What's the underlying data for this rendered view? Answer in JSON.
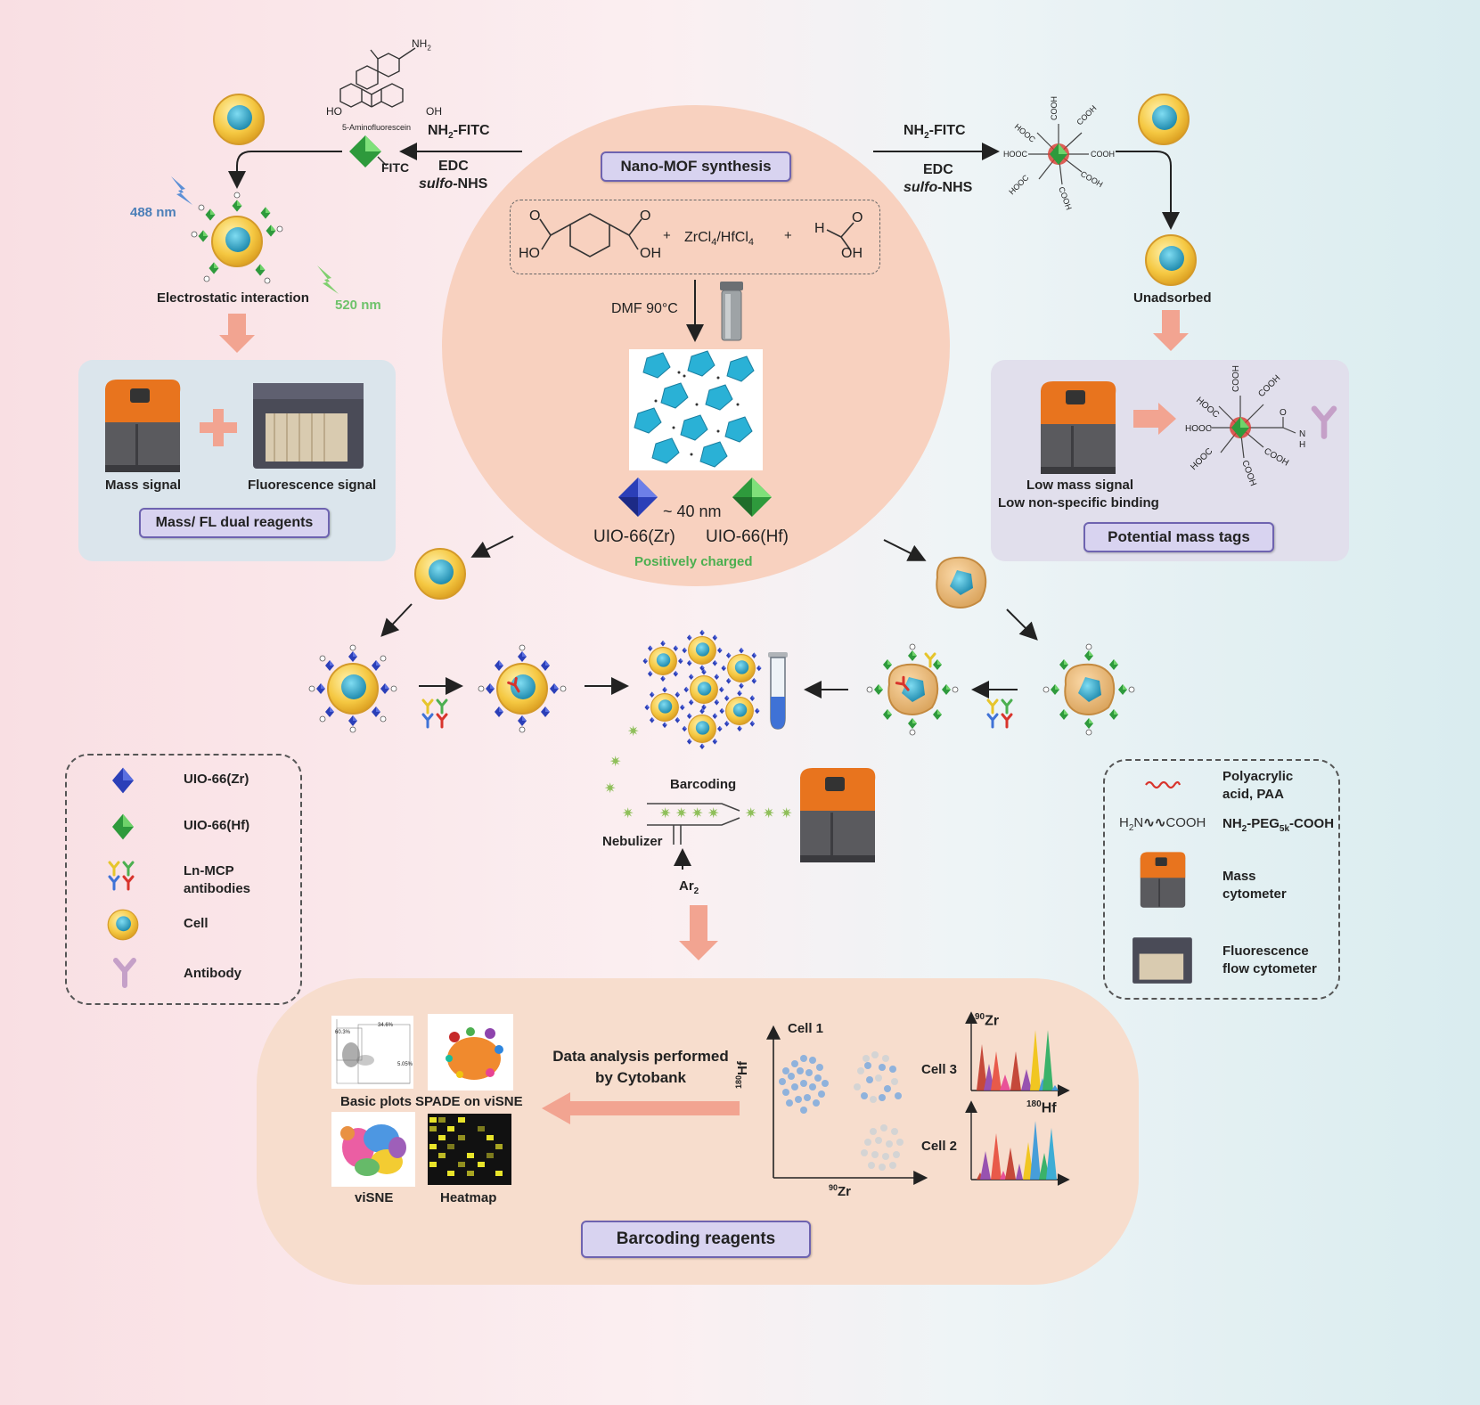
{
  "center": {
    "title": "Nano-MOF synthesis",
    "reagent": "ZrCl",
    "reagent_sub": "4",
    "reagent_sep": "/HfCl",
    "reagent_sub2": "4",
    "plus": "+",
    "condition": "DMF 90°C",
    "size": "~ 40 nm",
    "zr": "UIO-66(Zr)",
    "hf": "UIO-66(Hf)",
    "charge": "Positively charged",
    "ho": "HO",
    "oh": "OH",
    "o": "O",
    "h": "H"
  },
  "left": {
    "fluor_name": "5-Aminofluorescein",
    "nh2": "NH",
    "nh2_sub": "2",
    "nh2_fitc": "NH",
    "nh2_fitc_sub": "2",
    "nh2_fitc_tail": "-FITC",
    "fitc": "FITC",
    "edc": "EDC",
    "sulfo": "sulfo",
    "nhs": "-NHS",
    "ho": "HO",
    "oh": "OH",
    "ex": "488 nm",
    "em": "520 nm",
    "interaction": "Electrostatic interaction",
    "mass_signal": "Mass signal",
    "fl_signal": "Fluorescence signal",
    "dual": "Mass/ FL  dual reagents"
  },
  "right": {
    "nh2": "NH",
    "nh2_sub": "2",
    "nh2_tail": "-FITC",
    "edc": "EDC",
    "sulfo": "sulfo",
    "nhs": "-NHS",
    "unadsorbed": "Unadsorbed",
    "low_mass": "Low mass signal",
    "low_ns": "Low non-specific binding",
    "potential": "Potential mass tags",
    "hooc": "HOOC",
    "cooh": "COOH"
  },
  "flow": {
    "barcoding": "Barcoding",
    "nebulizer": "Nebulizer",
    "ar": "Ar",
    "ar_sub": "2"
  },
  "legend_left": [
    {
      "label": "UIO-66(Zr)"
    },
    {
      "label": "UIO-66(Hf)"
    },
    {
      "label": "Ln-MCP antibodies"
    },
    {
      "label": "Cell"
    },
    {
      "label": "Antibody"
    }
  ],
  "legend_right": {
    "paa": "Polyacrylic acid, PAA",
    "peg_left": "H",
    "peg_left_sub": "2",
    "peg_n": "N",
    "peg_cooh": "COOH",
    "peg": "NH",
    "peg_sub": "2",
    "peg_mid": "-PEG",
    "peg_sub2": "5k",
    "peg_tail": "-COOH",
    "mass_cyto": "Mass cytometer",
    "fl_cyto": "Fluorescence flow cytometer"
  },
  "bottom": {
    "title": "Barcoding reagents",
    "analysis": "Data analysis performed by Cytobank",
    "basic": "Basic plots",
    "spade": "SPADE on viSNE",
    "visne": "viSNE",
    "heatmap": "Heatmap",
    "cell1": "Cell 1",
    "cell2": "Cell 2",
    "cell3": "Cell 3",
    "hf_axis": "Hf",
    "hf_axis_sup": "180",
    "zr_axis": "Zr",
    "zr_axis_sup": "90",
    "zr_peak": "Zr",
    "zr_peak_sup": "90",
    "hf_peak": "Hf",
    "hf_peak_sup": "180",
    "plot_pct1": "34.6%",
    "plot_pct2": "60.3%",
    "plot_pct3": "5.05%"
  },
  "colors": {
    "cell_yellow": "#f5c842",
    "cell_nucleus": "#2fa9c9",
    "zr_blue": "#2b3fb8",
    "hf_green": "#3fb34a",
    "purple_label": "#d8d3f0",
    "arrow_salmon": "#f2a491",
    "instrument_orange": "#e8741e",
    "instrument_gray": "#5a5a5e",
    "mof_cyan": "#2ab1d6"
  }
}
